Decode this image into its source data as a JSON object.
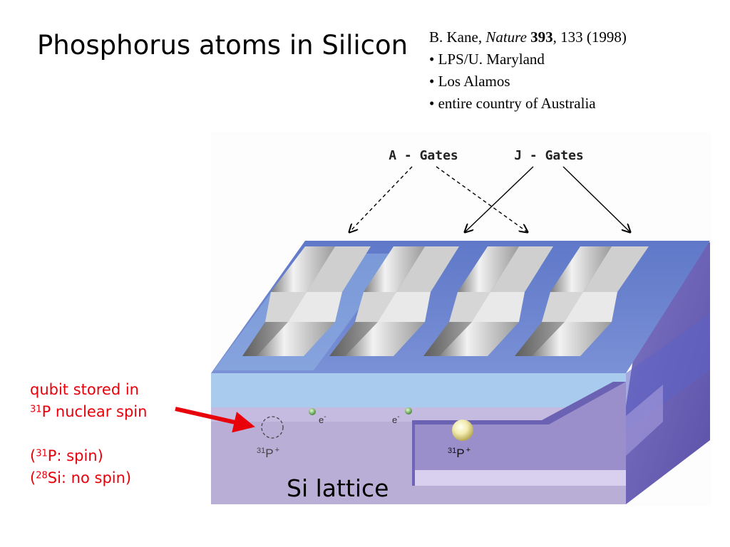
{
  "title": "Phosphorus atoms in Silicon",
  "reference": {
    "author": "B. Kane, ",
    "journal": "Nature",
    "volume": "393",
    "pages_year": ", 133 (1998)",
    "bullets": [
      "• LPS/U. Maryland",
      "• Los Alamos",
      "• entire country of Australia"
    ]
  },
  "callout": {
    "line1": "qubit stored in",
    "line2_sup": "31",
    "line2_text": "P nuclear spin",
    "note1_open": "(",
    "note1_sup": "31",
    "note1_text": "P: spin)",
    "note2_open": "(",
    "note2_sup": "28",
    "note2_text": "Si: no spin)"
  },
  "diagram": {
    "a_gates_label": "A - Gates",
    "j_gates_label": "J - Gates",
    "electron_left": "e",
    "electron_left_sup": "-",
    "electron_right": "e",
    "electron_right_sup": "-",
    "donor_left_sup": "31",
    "donor_left_text": "P",
    "donor_left_charge": "+",
    "donor_right_sup": "31",
    "donor_right_text": "P",
    "donor_right_charge": "+",
    "si_lattice_label": "Si lattice"
  },
  "colors": {
    "callout_red": "#e8000b",
    "oxide_blue": "#9fc3ea",
    "substrate_purple": "#ab9ccd",
    "side_blue": "#5a5fbf"
  }
}
